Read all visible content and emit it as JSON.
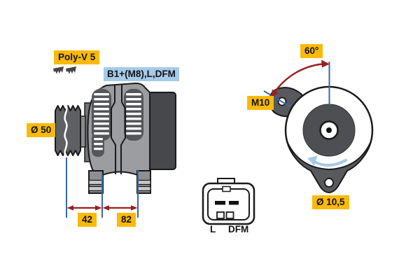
{
  "side_view": {
    "belt_label": "Poly-V 5",
    "terminal_label": "B1+(M8),L,DFM",
    "pulley_diameter_label": "Ø 50",
    "dim_42_label": "42",
    "dim_82_label": "82"
  },
  "rear_view": {
    "angle_label": "60°",
    "thread_label": "M10",
    "hole_diameter_label": "Ø 10,5"
  },
  "connector": {
    "pin_l_label": "L",
    "pin_dfm_label": "DFM"
  },
  "icons": {
    "belt_profile": "poly-v-belt-cross-section-icon",
    "rotation_direction": "counterclockwise-rotation-arrow-icon"
  },
  "colors": {
    "label_yellow": "#FBBA07",
    "label_blue": "#A6CBE9",
    "dimension_line_blue": "#3668A6",
    "dimension_arrow_red": "#9A1F1D",
    "rotation_arrow_blue": "#A6C9E8",
    "background_white": "#FFFFFF"
  }
}
